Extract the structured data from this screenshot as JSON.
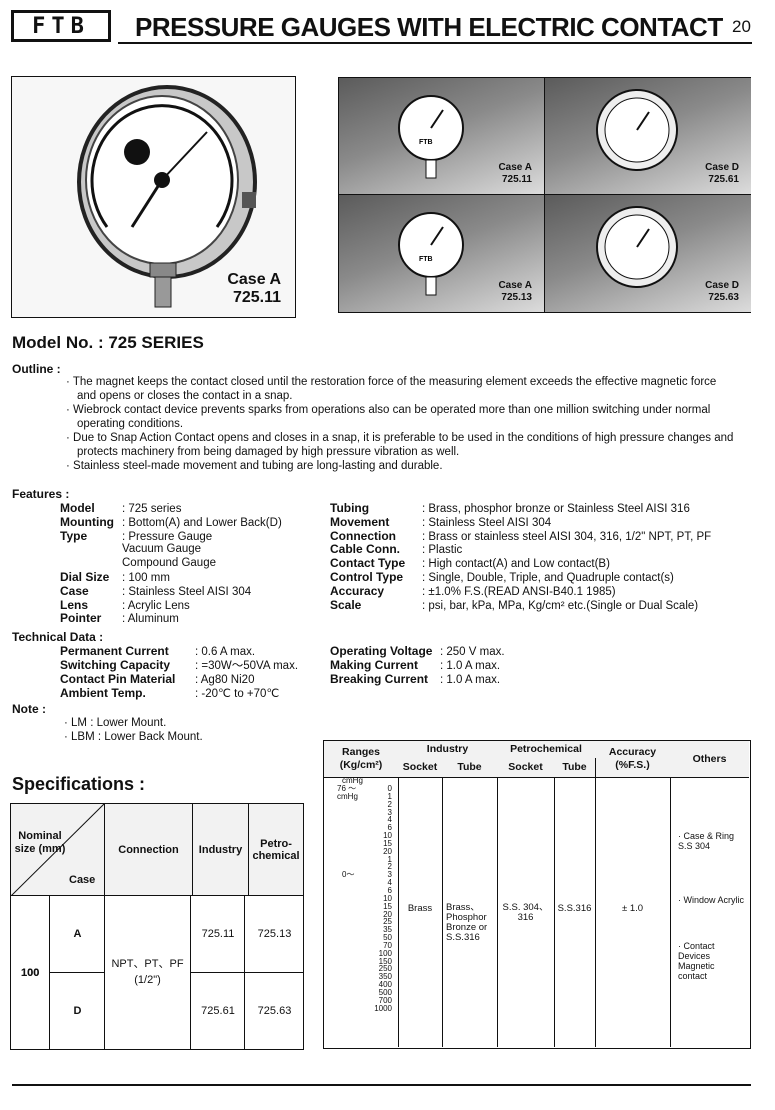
{
  "header": {
    "logo": "FTB",
    "title": "PRESSURE GAUGES WITH ELECTRIC CONTACT",
    "page_number": "20"
  },
  "photos": {
    "main_case": "Case A",
    "main_model": "725.11",
    "cells": [
      {
        "case": "Case A",
        "model": "725.11"
      },
      {
        "case": "Case D",
        "model": "725.61"
      },
      {
        "case": "Case A",
        "model": "725.13"
      },
      {
        "case": "Case D",
        "model": "725.63"
      }
    ]
  },
  "model": {
    "label": "Model No. :",
    "value": "725 SERIES"
  },
  "outline": {
    "label": "Outline :",
    "items": [
      "· The magnet keeps the contact closed until the restoration force of the measuring element exceeds the effective magnetic force and opens or closes the contact in a snap.",
      "· Wiebrock contact device prevents sparks from operations also can be operated more than one million switching under normal operating conditions.",
      "· Due to Snap Action Contact opens and closes in a snap, it is preferable to be used in the conditions of high pressure changes and protects machinery from being damaged by high pressure vibration as well.",
      "· Stainless steel-made movement and tubing are long-lasting and durable."
    ]
  },
  "features": {
    "label": "Features :",
    "left": [
      {
        "k": "Model",
        "v": ": 725 series"
      },
      {
        "k": "Mounting",
        "v": ": Bottom(A) and Lower Back(D)"
      },
      {
        "k": "Type",
        "v": ": Pressure Gauge"
      },
      {
        "k": "",
        "v": "Vacuum Gauge"
      },
      {
        "k": "",
        "v": "Compound Gauge"
      },
      {
        "k": "Dial Size",
        "v": ": 100 mm"
      },
      {
        "k": "Case",
        "v": ": Stainless Steel AISI 304"
      },
      {
        "k": "Lens",
        "v": ": Acrylic Lens"
      },
      {
        "k": "Pointer",
        "v": ": Aluminum"
      }
    ],
    "right": [
      {
        "k": "Tubing",
        "v": ": Brass, phosphor bronze or Stainless Steel AISI 316"
      },
      {
        "k": "Movement",
        "v": ": Stainless Steel AISI 304"
      },
      {
        "k": "Connection",
        "v": ": Brass or stainless steel AISI 304, 316, 1/2\" NPT, PT, PF"
      },
      {
        "k": "Cable Conn.",
        "v": ": Plastic"
      },
      {
        "k": "Contact Type",
        "v": ": High contact(A) and Low contact(B)"
      },
      {
        "k": "Control Type",
        "v": ": Single, Double, Triple, and Quadruple contact(s)"
      },
      {
        "k": "Accuracy",
        "v": ": ±1.0% F.S.(READ ANSI-B40.1 1985)"
      },
      {
        "k": "Scale",
        "v": ": psi, bar, kPa, MPa, Kg/cm² etc.(Single or Dual Scale)"
      }
    ]
  },
  "technical": {
    "label": "Technical Data :",
    "left": [
      {
        "k": "Permanent Current",
        "v": ": 0.6 A max."
      },
      {
        "k": "Switching Capacity",
        "v": ": =30W〜50VA max."
      },
      {
        "k": "Contact Pin Material",
        "v": ": Ag80 Ni20"
      },
      {
        "k": "Ambient Temp.",
        "v": ": -20℃ to +70℃"
      }
    ],
    "right": [
      {
        "k": "Operating Voltage",
        "v": ": 250 V max."
      },
      {
        "k": "Making Current",
        "v": ": 1.0 A max."
      },
      {
        "k": "Breaking Current",
        "v": ": 1.0 A max."
      }
    ]
  },
  "note": {
    "label": "Note :",
    "items": [
      "· LM : Lower Mount.",
      "· LBM : Lower Back Mount."
    ]
  },
  "specifications": {
    "title": "Specifications :",
    "h_nominal": "Nominal size (mm)",
    "h_case": "Case",
    "h_connection": "Connection",
    "h_industry": "Industry",
    "h_petro": "Petro-chemical",
    "size": "100",
    "connection": "NPT、PT、PF (1/2\")",
    "rows": [
      {
        "case": "A",
        "industry": "725.11",
        "petro": "725.13"
      },
      {
        "case": "D",
        "industry": "725.61",
        "petro": "725.63"
      }
    ]
  },
  "ranges_table": {
    "h_ranges": "Ranges (Kg/cm²)",
    "h_industry": "Industry",
    "h_petro": "Petrochemical",
    "h_socket": "Socket",
    "h_tube": "Tube",
    "h_accuracy": "Accuracy (%F.S.)",
    "h_others": "Others",
    "vac_top": "cmHg",
    "vac_left": "76 〜",
    "vac_unit": "cmHg",
    "vac_values": [
      "0",
      "1",
      "2",
      "3",
      "4",
      "6",
      "10",
      "15",
      "20"
    ],
    "zero_label": "0〜",
    "values": [
      "1",
      "2",
      "3",
      "4",
      "6",
      "10",
      "15",
      "20",
      "25",
      "35",
      "50",
      "70",
      "100",
      "150",
      "250",
      "350",
      "400",
      "500",
      "700",
      "1000"
    ],
    "ind_socket": "Brass",
    "ind_tube": "Brass、Phosphor Bronze or S.S.316",
    "petro_socket": "S.S. 304、316",
    "petro_tube": "S.S.316",
    "accuracy": "± 1.0",
    "others": [
      "· Case & Ring S.S 304",
      "· Window Acrylic",
      "· Contact Devices Magnetic contact"
    ]
  }
}
